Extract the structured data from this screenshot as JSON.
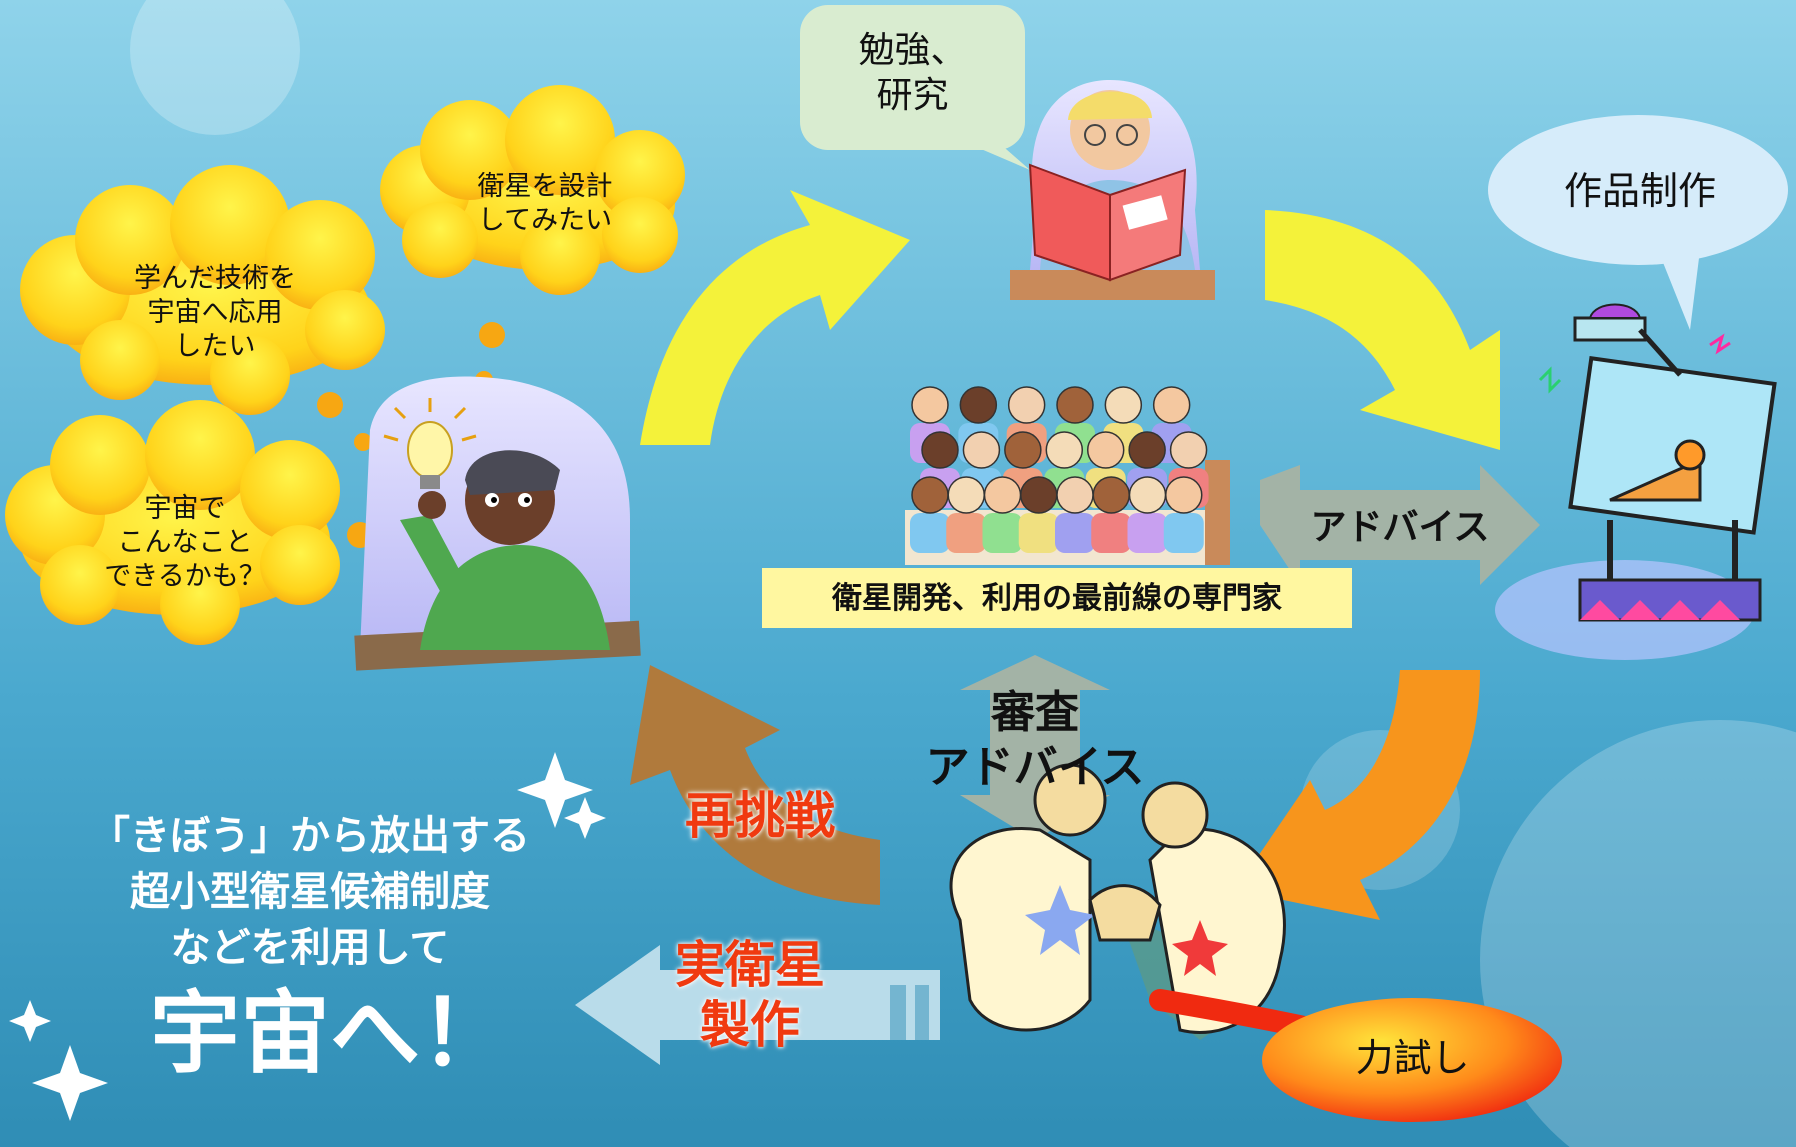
{
  "thought_clouds": {
    "design": "衛星を設計\nしてみたい",
    "apply": "学んだ技術を\n宇宙へ応用\nしたい",
    "can_do": "宇宙で\nこんなこと\nできるかも？"
  },
  "study_bubble": "勉強、\n研究",
  "production_bubble": "作品制作",
  "experts_label": "衛星開発、利用の最前線の専門家",
  "advice_label": "アドバイス",
  "review_label": "審査\nアドバイス",
  "retry_label": "再挑戦",
  "build_label": "実衛星\n製作",
  "trial_label": "力試し",
  "slogan": {
    "line1": "「きぼう」から放出する",
    "line2": "超小型衛星候補制度",
    "line3": "などを利用して",
    "big": "宇宙へ！"
  },
  "colors": {
    "background_top": "#8fd3ea",
    "background_bottom": "#2f8db5",
    "yellow_arrow": "#f4f23a",
    "orange_arrow": "#f7951c",
    "brown_arrow": "#b07a3c",
    "gray_arrow": "#a3b3a6",
    "light_arrow": "#b9dcea",
    "red_text": "#f03a10"
  }
}
